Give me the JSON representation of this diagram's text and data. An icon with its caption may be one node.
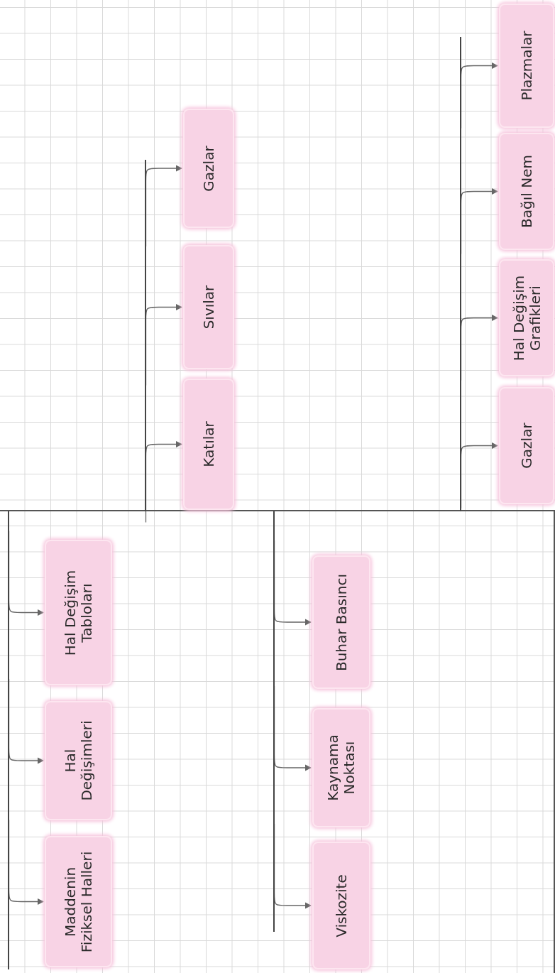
{
  "diagram": {
    "nodes": [
      {
        "text": [],
        "shape": "bar"
      },
      {
        "text": [
          "Maddenin Fiziksel Halleri"
        ]
      },
      {
        "text": [
          "Hal Değişimleri"
        ]
      },
      {
        "text": [
          "Hal Değişim Tabloları"
        ]
      },
      {
        "text": [],
        "shape": "bar"
      },
      {
        "text": [
          "Katılar"
        ]
      },
      {
        "text": [
          "Sıvılar"
        ]
      },
      {
        "text": [
          "Gazlar"
        ]
      },
      {
        "text": [],
        "shape": "bar"
      },
      {
        "text": [
          "Viskozite"
        ]
      },
      {
        "text": [
          "Kaynama Noktası"
        ]
      },
      {
        "text": [
          "Buhar Basıncı"
        ]
      },
      {
        "text": [],
        "shape": "bar"
      },
      {
        "text": [
          "Gazlar"
        ]
      },
      {
        "text": [
          "Hal Değişim Grafikleri"
        ]
      },
      {
        "text": [
          "Bağıl Nem"
        ]
      },
      {
        "text": [
          "Plazmalar"
        ]
      }
    ],
    "edges": [
      {
        "from": 0,
        "to": 1,
        "arrow": "to"
      },
      {
        "from": 0,
        "to": 2,
        "arrow": "to"
      },
      {
        "from": 0,
        "to": 3,
        "arrow": "to"
      },
      {
        "from": 4,
        "to": 5,
        "arrow": "to"
      },
      {
        "from": 4,
        "to": 6,
        "arrow": "to"
      },
      {
        "from": 4,
        "to": 7,
        "arrow": "to"
      },
      {
        "from": 8,
        "to": 9,
        "arrow": "to"
      },
      {
        "from": 8,
        "to": 10,
        "arrow": "to"
      },
      {
        "from": 8,
        "to": 11,
        "arrow": "to"
      },
      {
        "from": 12,
        "to": 13,
        "arrow": "to"
      },
      {
        "from": 12,
        "to": 14,
        "arrow": "to"
      },
      {
        "from": 12,
        "to": 15,
        "arrow": "to"
      },
      {
        "from": 12,
        "to": 16,
        "arrow": "to"
      }
    ]
  }
}
